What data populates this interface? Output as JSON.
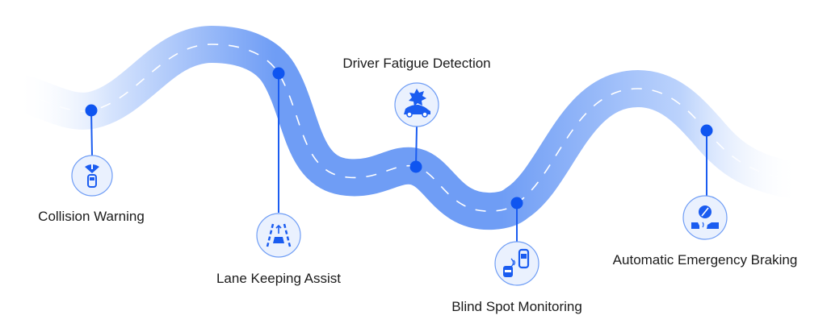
{
  "colors": {
    "accent": "#1a5cf0",
    "road": "#6e9cf5",
    "icon_bg": "#e8f0fe"
  },
  "features": [
    {
      "label": "Collision Warning",
      "icon": "collision-warning-icon"
    },
    {
      "label": "Lane Keeping Assist",
      "icon": "lane-keeping-icon"
    },
    {
      "label": "Driver Fatigue Detection",
      "icon": "driver-fatigue-icon"
    },
    {
      "label": "Blind Spot Monitoring",
      "icon": "blind-spot-icon"
    },
    {
      "label": "Automatic Emergency Braking",
      "icon": "emergency-braking-icon"
    }
  ]
}
